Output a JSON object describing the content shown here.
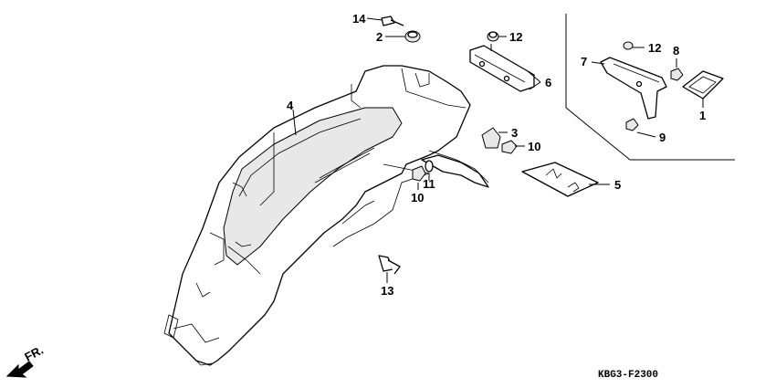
{
  "diagram": {
    "drawing_code": "KBG3-F2300",
    "direction_label": "FR.",
    "callouts": [
      {
        "id": "c14",
        "text": "14"
      },
      {
        "id": "c2",
        "text": "2"
      },
      {
        "id": "c12a",
        "text": "12"
      },
      {
        "id": "c6",
        "text": "6"
      },
      {
        "id": "c4",
        "text": "4"
      },
      {
        "id": "c3",
        "text": "3"
      },
      {
        "id": "c10a",
        "text": "10"
      },
      {
        "id": "c11",
        "text": "11"
      },
      {
        "id": "c10b",
        "text": "10"
      },
      {
        "id": "c5",
        "text": "5"
      },
      {
        "id": "c13",
        "text": "13"
      },
      {
        "id": "c12b",
        "text": "12"
      },
      {
        "id": "c7",
        "text": "7"
      },
      {
        "id": "c8",
        "text": "8"
      },
      {
        "id": "c1",
        "text": "1"
      },
      {
        "id": "c9",
        "text": "9"
      }
    ]
  }
}
